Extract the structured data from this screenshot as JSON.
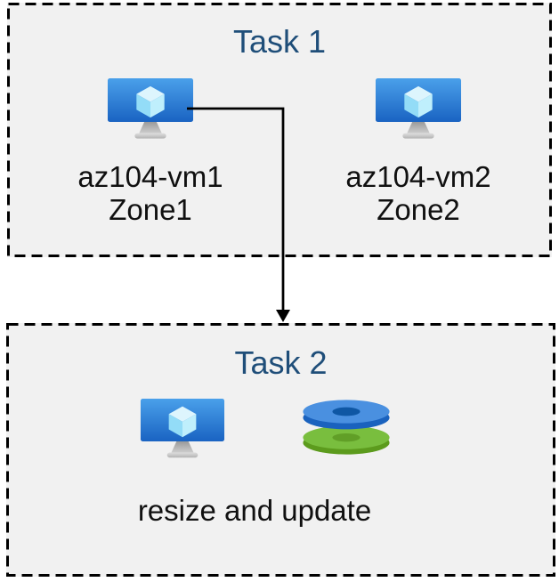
{
  "diagram": {
    "background": "#ffffff",
    "box_fill": "#f1f1f1",
    "border_color": "#000000",
    "title_color": "#1f4e79",
    "text_color": "#101010",
    "task1": {
      "title": "Task 1",
      "vms": [
        {
          "name": "az104-vm1",
          "zone": "Zone1",
          "icon": "virtual-machine-icon"
        },
        {
          "name": "az104-vm2",
          "zone": "Zone2",
          "icon": "virtual-machine-icon"
        }
      ]
    },
    "connector": {
      "type": "elbow-arrow-down",
      "from": "az104-vm1",
      "to": "Task 2"
    },
    "task2": {
      "title": "Task 2",
      "caption": "resize and update",
      "icons": [
        "virtual-machine-icon",
        "managed-disks-icon"
      ]
    },
    "icon_colors": {
      "vm_screen_top": "#4aa0ea",
      "vm_screen_bottom": "#1a63c2",
      "cube_top": "#ddf5fd",
      "cube_left": "#93dcf7",
      "cube_right": "#bfeffc",
      "disk_blue_top": "#4a90e0",
      "disk_blue_side": "#1a62be",
      "disk_blue_hole": "#0f57a4",
      "disk_green_top": "#79be3e",
      "disk_green_side": "#5c9b1d",
      "disk_green_hole": "#619f27"
    }
  }
}
